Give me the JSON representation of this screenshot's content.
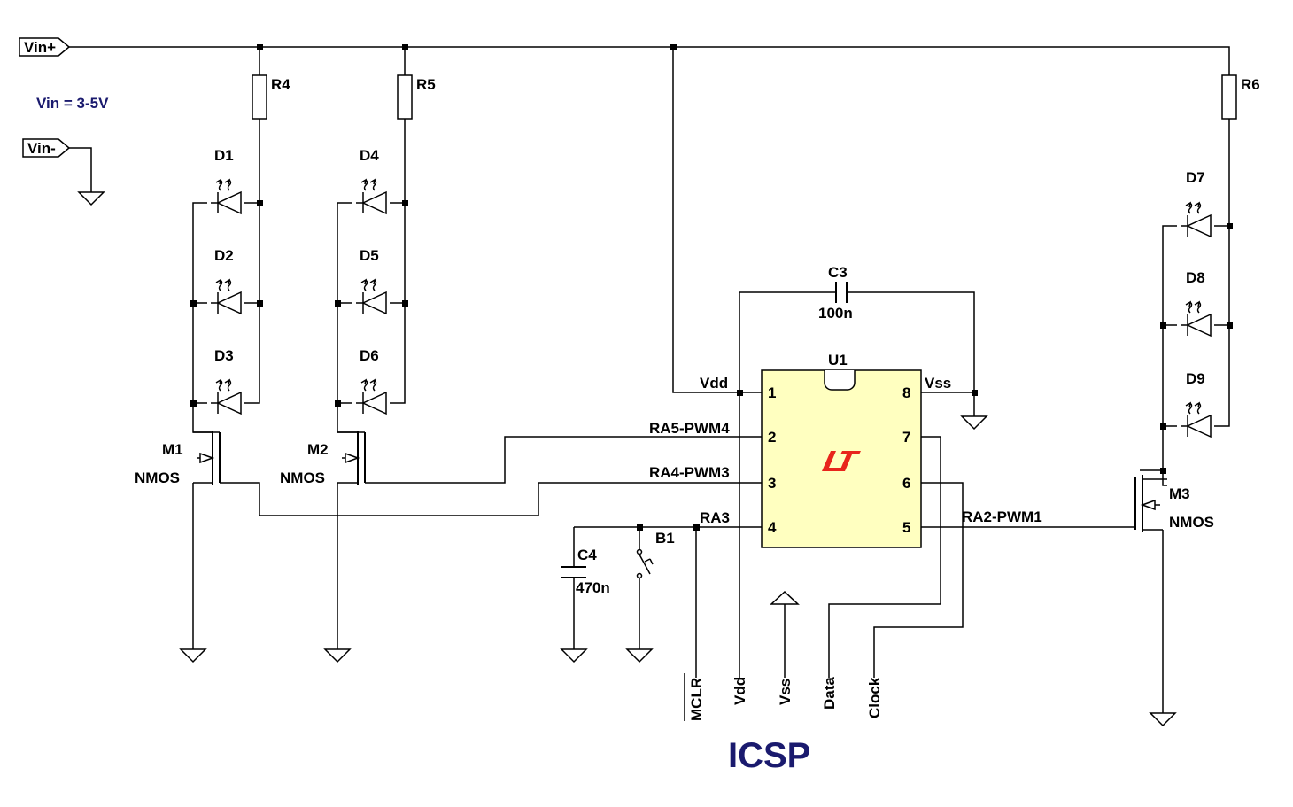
{
  "ports": {
    "vin_plus": "Vin+",
    "vin_minus": "Vin-"
  },
  "note": "Vin = 3-5V",
  "resistors": [
    "R4",
    "R5",
    "R6"
  ],
  "leds": [
    "D1",
    "D2",
    "D3",
    "D4",
    "D5",
    "D6",
    "D7",
    "D8",
    "D9"
  ],
  "mosfets": [
    {
      "name": "M1",
      "type": "NMOS"
    },
    {
      "name": "M2",
      "type": "NMOS"
    },
    {
      "name": "M3",
      "type": "NMOS"
    }
  ],
  "c3": {
    "name": "C3",
    "value": "100n"
  },
  "c4": {
    "name": "C4",
    "value": "470n"
  },
  "button": "B1",
  "ic": {
    "name": "U1",
    "pins": [
      "1",
      "2",
      "3",
      "4",
      "5",
      "6",
      "7",
      "8"
    ],
    "vdd": "Vdd",
    "vss": "Vss",
    "pwm4": "RA5-PWM4",
    "pwm3": "RA4-PWM3",
    "ra3": "RA3",
    "pwm1": "RA2-PWM1"
  },
  "icsp": {
    "pins": [
      "MCLR",
      "Vdd",
      "Vss",
      "Data",
      "Clock"
    ],
    "title": "ICSP"
  },
  "colors": {
    "ic_fill": "#ffffc0",
    "logo": "#e8251c",
    "note": "#1a1a6e",
    "wire": "#000000"
  }
}
